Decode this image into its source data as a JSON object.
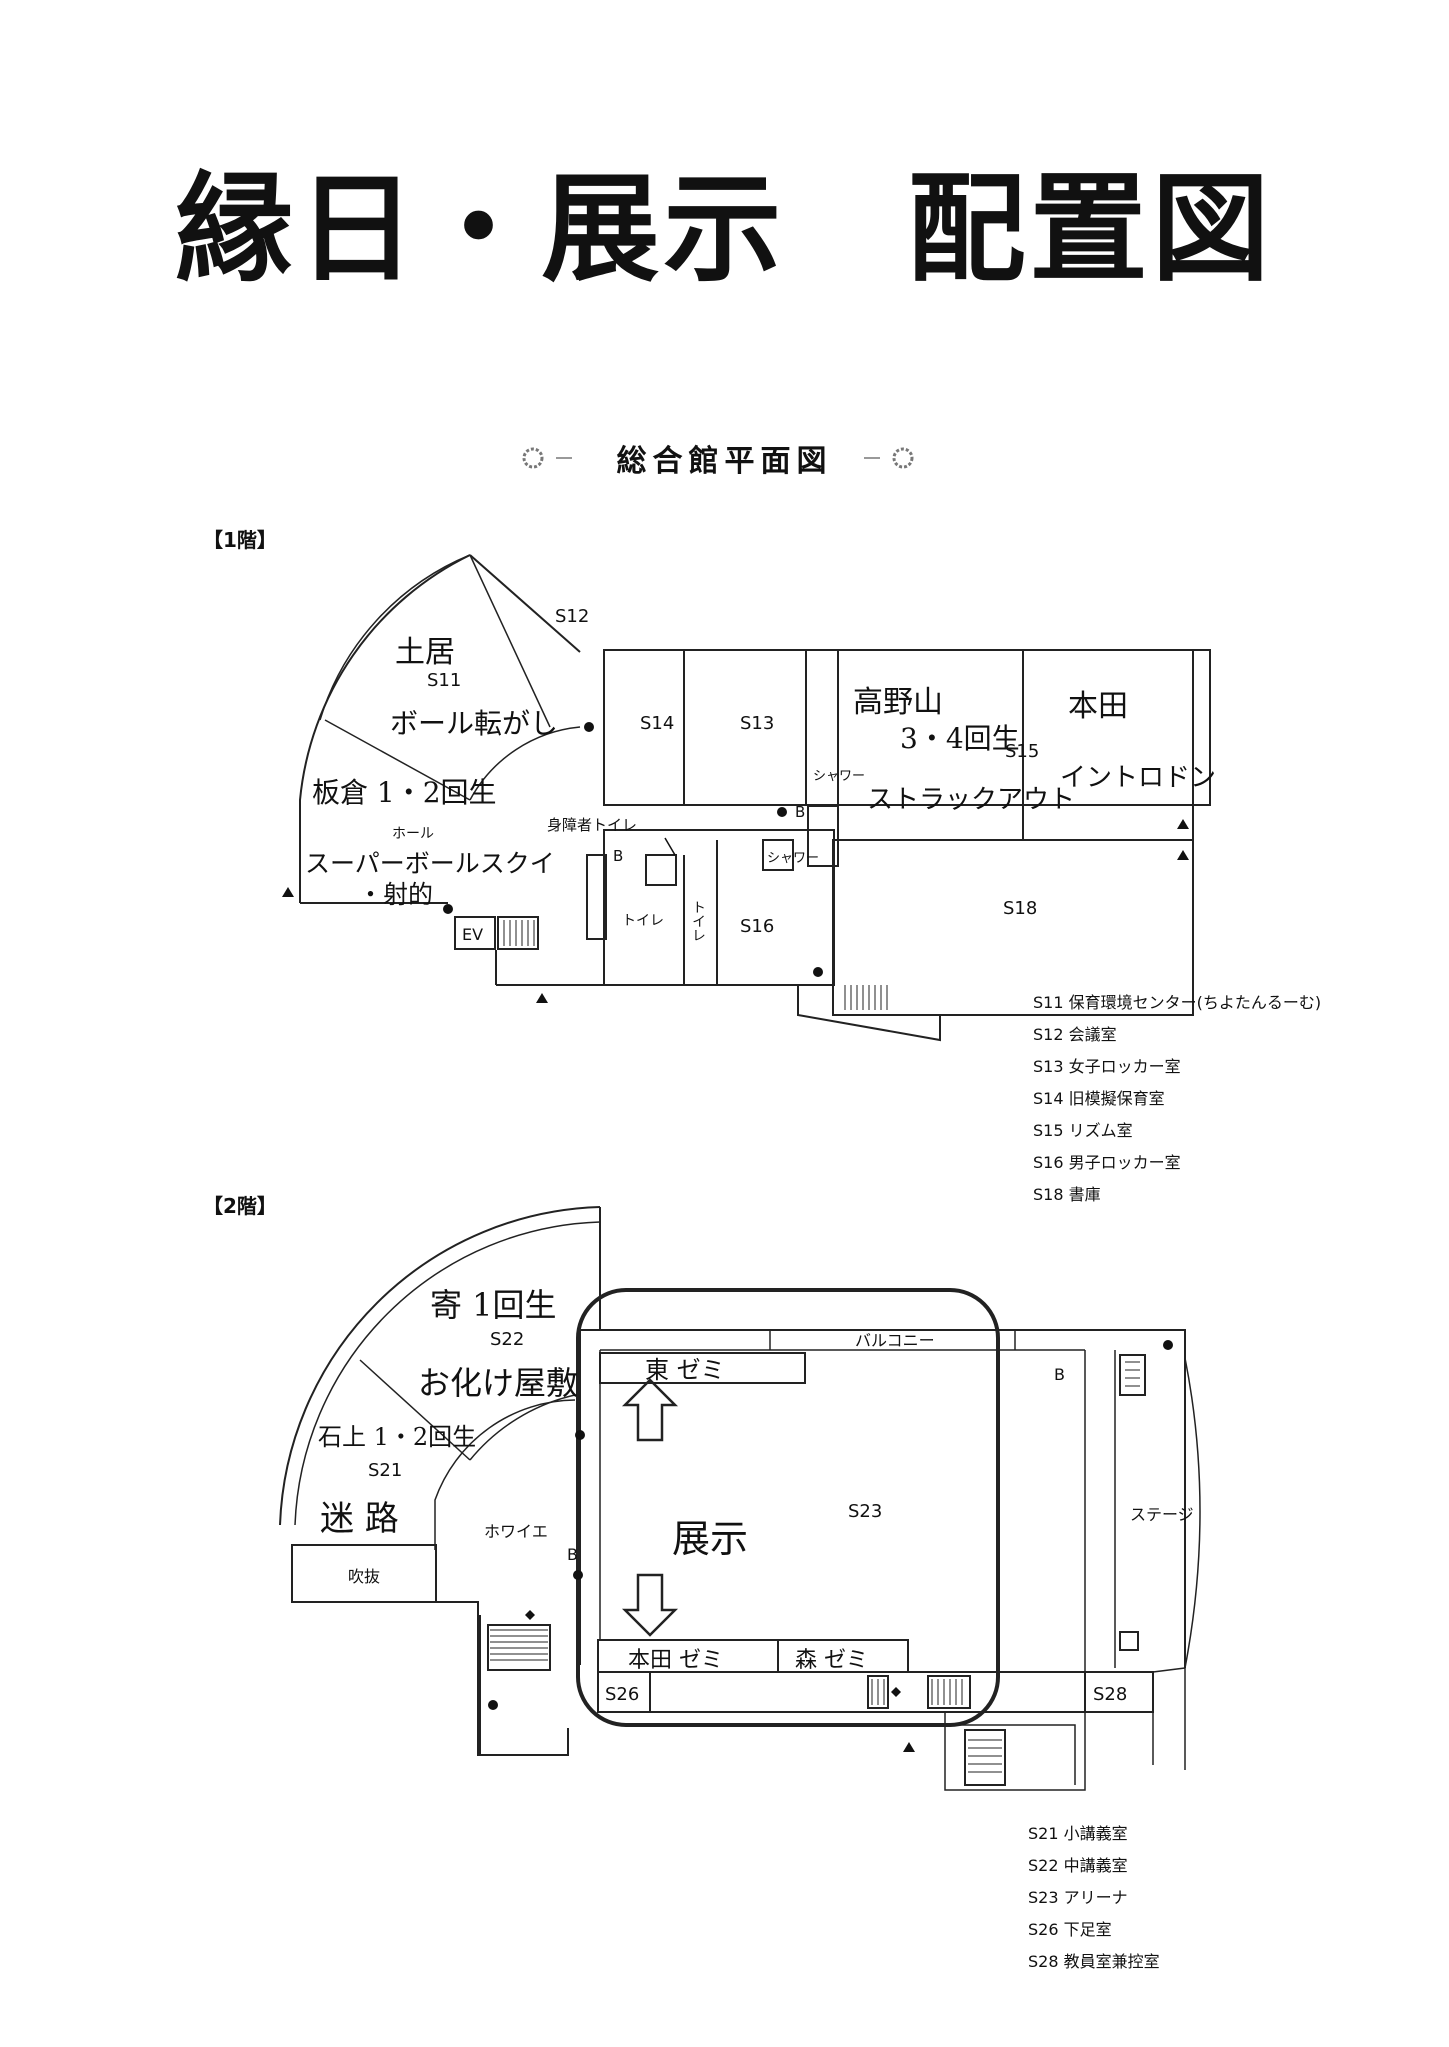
{
  "title": "縁日・展示　配置図",
  "subtitle": "総合館平面図",
  "floor1": {
    "label": "【1階】",
    "rooms": {
      "s11": "S11",
      "s12": "S12",
      "s13": "S13",
      "s14": "S14",
      "s15": "S15",
      "s16": "S16",
      "s18": "S18",
      "hall": "ホール",
      "ev": "EV",
      "toilet": "トイレ",
      "toilet_v": "トイレ",
      "shower1": "シャワー",
      "shower2": "シャワー",
      "accessible_toilet": "身障者トイレ",
      "b1": "B",
      "b2": "B"
    },
    "handwritten": {
      "s11_line1": "土居",
      "s11_line2": "ボール転がし",
      "hall_line1": "板倉 1・2回生",
      "hall_line2": "スーパーボールスクイ",
      "hall_line3": "・射的",
      "s15_line1": "高野山",
      "s15_line2": "3・4回生",
      "s15_line3": "ストラックアウト",
      "s15_right1": "本田",
      "s15_right2": "イントロドン"
    },
    "legend": [
      "S11  保育環境センター(ちよたんるーむ)",
      "S12  会議室",
      "S13  女子ロッカー室",
      "S14  旧模擬保育室",
      "S15  リズム室",
      "S16  男子ロッカー室",
      "S18  書庫"
    ]
  },
  "floor2": {
    "label": "【2階】",
    "rooms": {
      "s21": "S21",
      "s22": "S22",
      "s23": "S23",
      "s26": "S26",
      "s28": "S28",
      "foyer": "ホワイエ",
      "atrium": "吹抜",
      "balcony": "バルコニー",
      "stage": "ステージ",
      "b1": "B",
      "b2": "B"
    },
    "handwritten": {
      "s22_line1": "寄 1回生",
      "s22_line2": "お化け屋敷",
      "s21_line1": "石上 1・2回生",
      "s21_line2": "迷 路",
      "exhibit": "展示",
      "east_seminar": "東 ゼミ",
      "honda_seminar": "本田 ゼミ",
      "mori_seminar": "森 ゼミ"
    },
    "legend": [
      "S21  小講義室",
      "S22  中講義室",
      "S23  アリーナ",
      "S26  下足室",
      "S28  教員室兼控室"
    ]
  }
}
